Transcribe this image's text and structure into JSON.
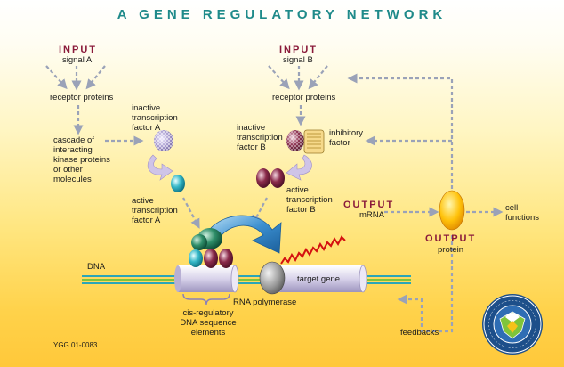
{
  "title": "A GENE REGULATORY NETWORK",
  "input_a": {
    "heading": "INPUT",
    "label": "signal A"
  },
  "input_b": {
    "heading": "INPUT",
    "label": "signal B"
  },
  "receptor_a": "receptor proteins",
  "receptor_b": "receptor proteins",
  "cascade": [
    "cascade of",
    "interacting",
    "kinase proteins",
    "or other",
    "molecules"
  ],
  "inactive_a": [
    "inactive",
    "transcription",
    "factor A"
  ],
  "inactive_b": [
    "inactive",
    "transcription",
    "factor B"
  ],
  "inhibitory": [
    "inhibitory",
    "factor"
  ],
  "active_a": [
    "active",
    "transcription",
    "factor A"
  ],
  "active_b": [
    "active",
    "transcription",
    "factor B"
  ],
  "output_mrna": {
    "heading": "OUTPUT",
    "label": "mRNA"
  },
  "output_protein": {
    "heading": "OUTPUT",
    "label": "protein"
  },
  "cell_functions": [
    "cell",
    "functions"
  ],
  "dna": "DNA",
  "target_gene": "target gene",
  "rna_polymerase": "RNA polymerase",
  "cis_regulatory": [
    "cis-regulatory",
    "DNA sequence",
    "elements"
  ],
  "feedbacks": "feedbacks",
  "figure_id": "YGG 01-0083",
  "seal_text": "DEPARTMENT OF ENERGY · UNITED STATES OF AMERICA",
  "colors": {
    "title": "#1f8a8a",
    "heading": "#8a1a3a",
    "arrow": "#9aa2b8"
  }
}
